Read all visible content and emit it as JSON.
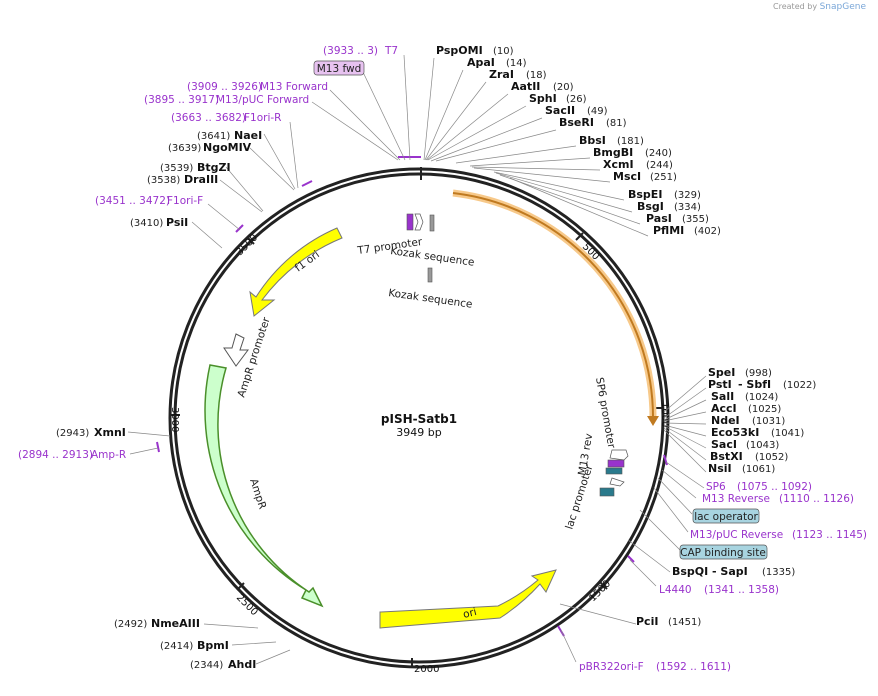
{
  "credit": {
    "prefix": "Created by",
    "brand": "SnapGene"
  },
  "plasmid": {
    "name": "pISH-Satb1",
    "size": "3949 bp"
  },
  "ticks": [
    "500",
    "1000",
    "1500",
    "2000",
    "2500",
    "3000",
    "3500"
  ],
  "enzymes": [
    {
      "name": "PspOMI",
      "pos": "(10)"
    },
    {
      "name": "ApaI",
      "pos": "(14)"
    },
    {
      "name": "ZraI",
      "pos": "(18)"
    },
    {
      "name": "AatII",
      "pos": "(20)"
    },
    {
      "name": "SphI",
      "pos": "(26)"
    },
    {
      "name": "SacII",
      "pos": "(49)"
    },
    {
      "name": "BseRI",
      "pos": "(81)"
    },
    {
      "name": "BbsI",
      "pos": "(181)"
    },
    {
      "name": "BmgBI",
      "pos": "(240)"
    },
    {
      "name": "XcmI",
      "pos": "(244)"
    },
    {
      "name": "MscI",
      "pos": "(251)"
    },
    {
      "name": "BspEI",
      "pos": "(329)"
    },
    {
      "name": "BsgI",
      "pos": "(334)"
    },
    {
      "name": "PasI",
      "pos": "(355)"
    },
    {
      "name": "PflMI",
      "pos": "(402)"
    },
    {
      "name": "SpeI",
      "pos": "(998)"
    },
    {
      "name": "PstI",
      "pos": "- SbfI"
    },
    {
      "name": "SalI",
      "pos": "(1024)"
    },
    {
      "name": "AccI",
      "pos": "(1025)"
    },
    {
      "name": "NdeI",
      "pos": "(1031)"
    },
    {
      "name": "Eco53kI",
      "pos": "(1041)"
    },
    {
      "name": "SacI",
      "pos": "(1043)"
    },
    {
      "name": "BstXI",
      "pos": "(1052)"
    },
    {
      "name": "NsiI",
      "pos": "(1061)"
    },
    {
      "name": "BspQI",
      "pos": "- SapI"
    },
    {
      "name": "PciI",
      "pos": "(1451)"
    },
    {
      "name": "AhdI",
      "pos": "(2344)"
    },
    {
      "name": "BpmI",
      "pos": "(2414)"
    },
    {
      "name": "NmeAIII",
      "pos": "(2492)"
    },
    {
      "name": "XmnI",
      "pos": "(2943)"
    },
    {
      "name": "PsiI",
      "pos": "(3410)"
    },
    {
      "name": "DraIII",
      "pos": "(3538)"
    },
    {
      "name": "BtgZI",
      "pos": "(3539)"
    },
    {
      "name": "NgoMIV",
      "pos": "(3639)"
    },
    {
      "name": "NaeI",
      "pos": "(3641)"
    }
  ],
  "extra_pos": {
    "pstI_sbfI": "(1022)",
    "bspQI_sapI": "(1335)"
  },
  "primers": [
    {
      "name": "T7",
      "range": "(3933 .. 3)"
    },
    {
      "name": "M13 Forward",
      "range": "(3909 .. 3926)"
    },
    {
      "name": "M13/pUC Forward",
      "range": "(3895 .. 3917)"
    },
    {
      "name": "F1ori-R",
      "range": "(3663 .. 3682)"
    },
    {
      "name": "F1ori-F",
      "range": "(3451 .. 3472)"
    },
    {
      "name": "Amp-R",
      "range": "(2894 .. 2913)"
    },
    {
      "name": "SP6",
      "range": "(1075 .. 1092)"
    },
    {
      "name": "M13 Reverse",
      "range": "(1110 .. 1126)"
    },
    {
      "name": "M13/pUC Reverse",
      "range": "(1123 .. 1145)"
    },
    {
      "name": "L4440",
      "range": "(1341 .. 1358)"
    },
    {
      "name": "pBR322ori-F",
      "range": "(1592 .. 1611)"
    }
  ],
  "boxed": {
    "m13fwd": "M13 fwd",
    "lac_operator": "lac operator",
    "cap_site": "CAP binding site"
  },
  "features": {
    "t7_promoter": "T7 promoter",
    "kozak1": "Kozak sequence",
    "kozak2": "Kozak sequence",
    "f1_ori": "f1 ori",
    "ampr_promoter": "AmpR promoter",
    "ampr": "AmpR",
    "ori": "ori",
    "sp6_promoter": "SP6 promoter",
    "m13_rev": "M13 rev",
    "lac_promoter": "lac promoter"
  },
  "colors": {
    "primer": "#9933cc",
    "f1ori": "#ffff00",
    "ori": "#ffff00",
    "ampr": "#ccffcc",
    "insert": "#f0a030",
    "lac": "#a8d4e0"
  }
}
